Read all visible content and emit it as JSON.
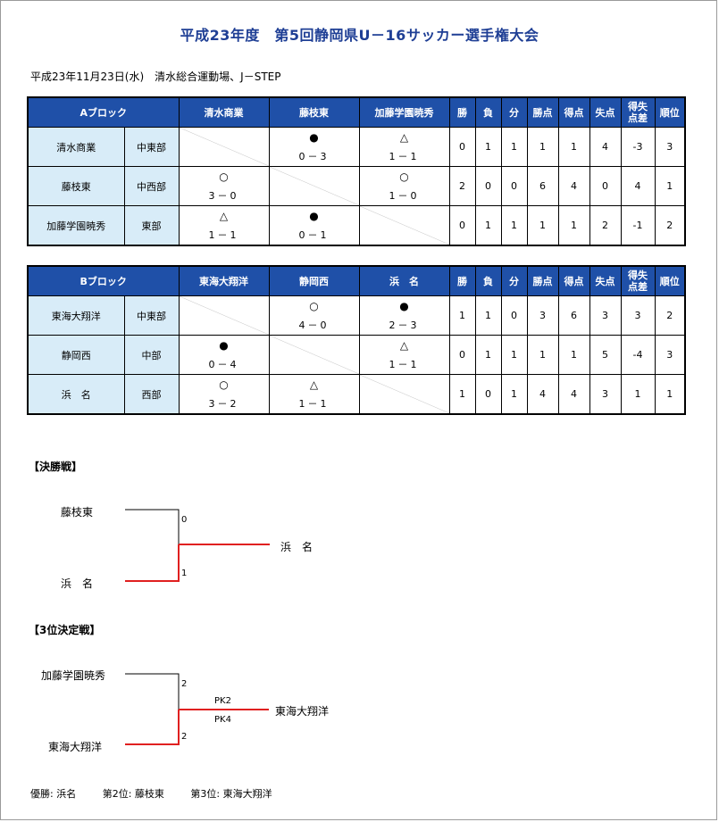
{
  "title": "平成23年度　第5回静岡県U－16サッカー選手権大会",
  "subtitle": "平成23年11月23日(水)　清水総合運動場、J－STEP",
  "stat_headers": [
    "勝",
    "負",
    "分",
    "勝点",
    "得点",
    "失点",
    "得失点差",
    "順位"
  ],
  "stat_header_two": [
    "得失",
    "点差"
  ],
  "block_a": {
    "label": "Aブロック",
    "cols": [
      "清水商業",
      "藤枝東",
      "加藤学園暁秀"
    ],
    "rows": [
      {
        "team": "清水商業",
        "region": "中東部",
        "cells": [
          {
            "mark": "",
            "score": ""
          },
          {
            "mark": "●",
            "score": "0－3"
          },
          {
            "mark": "△",
            "score": "1－1"
          }
        ],
        "stats": [
          "0",
          "1",
          "1",
          "1",
          "1",
          "4",
          "-3",
          "3"
        ]
      },
      {
        "team": "藤枝東",
        "region": "中西部",
        "cells": [
          {
            "mark": "○",
            "score": "3－0"
          },
          {
            "mark": "",
            "score": ""
          },
          {
            "mark": "○",
            "score": "1－0"
          }
        ],
        "stats": [
          "2",
          "0",
          "0",
          "6",
          "4",
          "0",
          "4",
          "1"
        ]
      },
      {
        "team": "加藤学園暁秀",
        "region": "東部",
        "cells": [
          {
            "mark": "△",
            "score": "1－1"
          },
          {
            "mark": "●",
            "score": "0－1"
          },
          {
            "mark": "",
            "score": ""
          }
        ],
        "stats": [
          "0",
          "1",
          "1",
          "1",
          "1",
          "2",
          "-1",
          "2"
        ]
      }
    ]
  },
  "block_b": {
    "label": "Bブロック",
    "cols": [
      "東海大翔洋",
      "静岡西",
      "浜　名"
    ],
    "rows": [
      {
        "team": "東海大翔洋",
        "region": "中東部",
        "cells": [
          {
            "mark": "",
            "score": ""
          },
          {
            "mark": "○",
            "score": "4－0"
          },
          {
            "mark": "●",
            "score": "2－3"
          }
        ],
        "stats": [
          "1",
          "1",
          "0",
          "3",
          "6",
          "3",
          "3",
          "2"
        ]
      },
      {
        "team": "静岡西",
        "region": "中部",
        "cells": [
          {
            "mark": "●",
            "score": "0－4"
          },
          {
            "mark": "",
            "score": ""
          },
          {
            "mark": "△",
            "score": "1－1"
          }
        ],
        "stats": [
          "0",
          "1",
          "1",
          "1",
          "1",
          "5",
          "-4",
          "3"
        ]
      },
      {
        "team": "浜　名",
        "region": "西部",
        "cells": [
          {
            "mark": "○",
            "score": "3－2"
          },
          {
            "mark": "△",
            "score": "1－1"
          },
          {
            "mark": "",
            "score": ""
          }
        ],
        "stats": [
          "1",
          "0",
          "1",
          "4",
          "4",
          "3",
          "1",
          "1"
        ]
      }
    ]
  },
  "final": {
    "heading": "【決勝戦】",
    "top_team": "藤枝東",
    "top_score": "0",
    "bottom_team": "浜　名",
    "bottom_score": "1",
    "winner": "浜　名"
  },
  "third_place": {
    "heading": "【3位決定戦】",
    "top_team": "加藤学園暁秀",
    "top_score": "2",
    "bottom_team": "東海大翔洋",
    "bottom_score": "2",
    "pk_top": "PK2",
    "pk_bottom": "PK4",
    "winner": "東海大翔洋"
  },
  "footer": {
    "champion": "優勝: 浜名",
    "second": "第2位: 藤枝東",
    "third": "第3位: 東海大翔洋"
  },
  "colors": {
    "header_bg": "#1f50a8",
    "team_bg": "#d8ecf8",
    "title": "#1f3f95",
    "winner_line": "#e02020"
  }
}
